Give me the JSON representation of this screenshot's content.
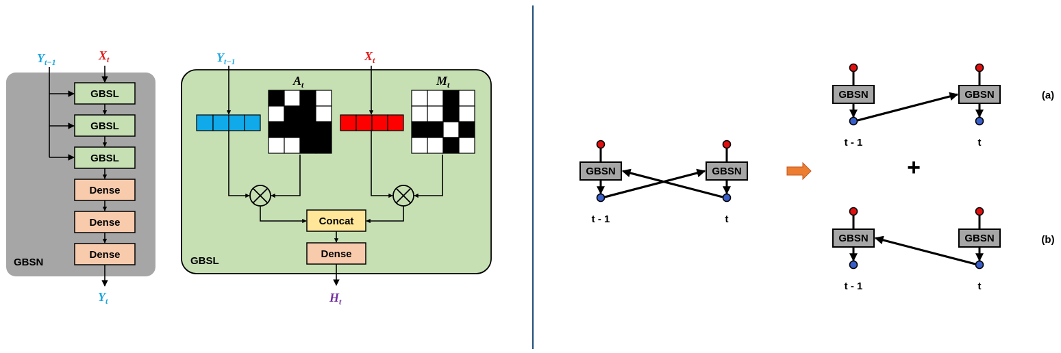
{
  "left": {
    "gbsn": {
      "label": "GBSN",
      "input_y": {
        "base": "Y",
        "sub": "t−1"
      },
      "input_x": {
        "base": "X",
        "sub": "t"
      },
      "output_y": {
        "base": "Y",
        "sub": "t"
      },
      "gbsl_blocks": [
        "GBSL",
        "GBSL",
        "GBSL"
      ],
      "dense_blocks": [
        "Dense",
        "Dense",
        "Dense"
      ]
    },
    "gbsl": {
      "label": "GBSL",
      "input_y": {
        "base": "Y",
        "sub": "t−1"
      },
      "input_x": {
        "base": "X",
        "sub": "t"
      },
      "matrix_a": {
        "base": "A",
        "sub": "t"
      },
      "matrix_m": {
        "base": "M",
        "sub": "t"
      },
      "concat_label": "Concat",
      "dense_label": "Dense",
      "output_h": {
        "base": "H",
        "sub": "t"
      }
    }
  },
  "right": {
    "center": {
      "block_label": "GBSN",
      "time_prev": "t - 1",
      "time_curr": "t"
    },
    "plus_label": "+",
    "panel_a": {
      "tag": "(a)",
      "block_label": "GBSN",
      "time_prev": "t - 1",
      "time_curr": "t"
    },
    "panel_b": {
      "tag": "(b)",
      "block_label": "GBSN",
      "time_prev": "t - 1",
      "time_curr": "t"
    }
  },
  "colors": {
    "gbsn_panel": "#a6a6a6",
    "gbsl_panel": "#c6e0b4",
    "gbsl_block": "#c6e0b4",
    "dense_block": "#f8cbad",
    "concat_block": "#ffe699",
    "y_blue": "#1ca7e0",
    "x_red": "#e11b1b",
    "h_purple": "#7030a0",
    "vector_blue": "#10aaea",
    "vector_red": "#ff0000",
    "gbsn_node": "#a6a6a6",
    "dot_red": "#e01010",
    "dot_blue": "#3a5ec8",
    "divider": "#1f4e79",
    "arrow_orange": "#ed7d31"
  },
  "matrices": {
    "a": [
      [
        1,
        0,
        1,
        0
      ],
      [
        0,
        1,
        1,
        0
      ],
      [
        1,
        1,
        1,
        1
      ],
      [
        0,
        0,
        1,
        1
      ]
    ],
    "m": [
      [
        0,
        0,
        1,
        0
      ],
      [
        0,
        0,
        1,
        0
      ],
      [
        1,
        1,
        0,
        1
      ],
      [
        0,
        0,
        1,
        0
      ]
    ]
  }
}
